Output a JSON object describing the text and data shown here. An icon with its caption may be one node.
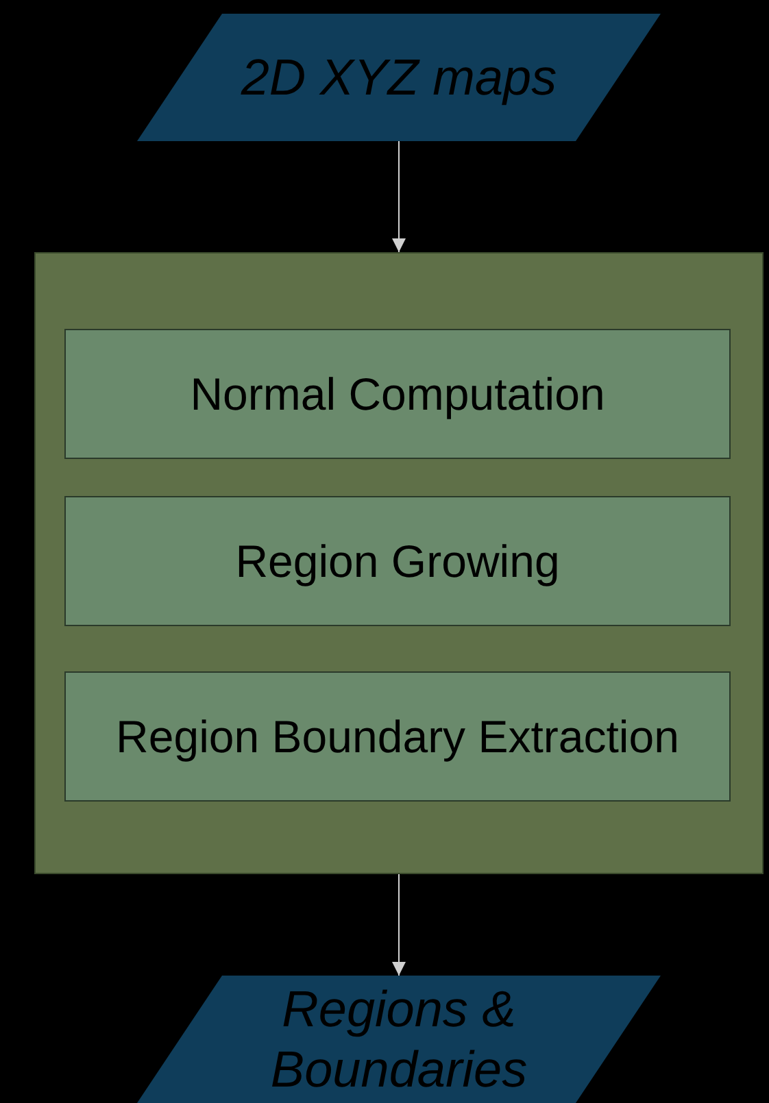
{
  "diagram": {
    "nodes": [
      {
        "text": [
          "2D XYZ maps"
        ]
      },
      {
        "text": [],
        "shape": "box"
      },
      {
        "text": [
          "Normal Computation"
        ],
        "in": 1
      },
      {
        "text": [
          "Region Growing"
        ],
        "in": 1
      },
      {
        "text": [
          "Region Boundary Extraction"
        ],
        "in": 1
      },
      {
        "text": [
          "Regions & Boundaries"
        ]
      }
    ],
    "edges": [
      {
        "from": 0,
        "to": 1,
        "arrow": "to"
      },
      {
        "from": 1,
        "to": 5,
        "arrow": "to"
      }
    ]
  }
}
